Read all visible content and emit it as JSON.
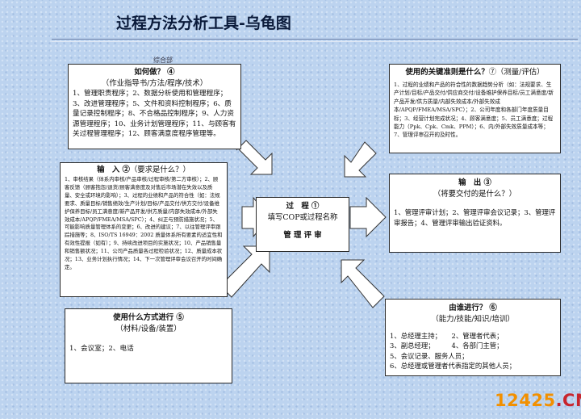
{
  "title": "过程方法分析工具-乌龟图",
  "org_tag": "综合部",
  "how": {
    "heading": "如何做？ ④",
    "sub": "（作业指导书/方法/程序/技术）",
    "body": "1、管理职责程序；2、数据分析使用和管理程序；3、改进管理程序；5、文件和资料控制程序；6、质量记录控制程序；8、不合格品控制程序；9、人力资源管理程序；10、业务计划管理程序；11、与顾客有关过程管理程序；12、顾客满意度程序管理等。"
  },
  "criteria": {
    "heading": "使用的关键准则是什么？",
    "heading_tail": "⑦（测量/评估）",
    "body": "1、过程的业绩和产品的符合性的数据趋势分析（如：法规要求、生产计划/目标/产品交付/供应商交付/设备维护保养目标/员工满意度/新产品开发/供方质量/内部失效成本/外部失效成本/APQP/FMEA/MSA/SPC）；2、公司年度和各部门年度质量目标；3、经营计划完成状况；4、顾客满意度；5、员工满意度；过程能力（Ppk、Cpk、Cmk、PPM）；6、内/外部失效质量成本等；7、管理评审召开的及时性。"
  },
  "input": {
    "heading": "输　入 ②",
    "heading_tail": "（要求是什么？）",
    "body": "1、审核结果（体系内审核/产品审核/过程审核/第二方审核）；2、顾客反馈（顾客抱怨/退货/顾客满意度及对售后市场潜在失效以及质量、安全或环境的影响）；3、过程的业绩和产品的符合性（如：法规要求、质量目标/销售绩效/生产计划/目标/产品交付/供方交付/设备维护保养目标/员工满意度/新产品开发/供方质量/内部失效成本/外部失效成本/APQP/FMEA/MSA/SPC）；4、纠正与预防措施状况；5、可能影响质量管理体系的变更；6、改进的建议；7、以往管理评审跟踪措施等；8、ISO/TS 16949：2002 质量体系所有要素的适宜性和有效性提报（如有）；9、持续改进项目的实施状况；10、产品销售量和销售额状况；11、公司产品质量各过程检验状况；12、质量成本状况；13、业务计划执行情况；14、下一次管理评审会议召开的时间确定。"
  },
  "process": {
    "heading": "过　程 ①",
    "sub": "填写COP或过程名称",
    "name": "管 理 评 审"
  },
  "output": {
    "heading": "输　出 ③",
    "sub": "（将要交付的是什么？）",
    "body": "1、管理评审计划；2、管理评审会议记录；3、管理评审报告；4、管理评审输出验证资料。"
  },
  "with_what": {
    "heading": "使用什么方式进行 ⑤",
    "sub": "（材料/设备/装置）",
    "body": "1、会议室；2、电话"
  },
  "who": {
    "heading": "由谁进行？ ⑥",
    "sub": "（能力/技能/知识/培训）",
    "lines": [
      "1、总经理主持；　　2、管理者代表；",
      "3、副总经理；　　　4、各部门主管；",
      "5、会议记录、服务人员；",
      "6、总经理或管理者代表指定的其他人员；"
    ]
  },
  "watermark": {
    "part_a": "12425",
    "part_b": ".CN"
  }
}
